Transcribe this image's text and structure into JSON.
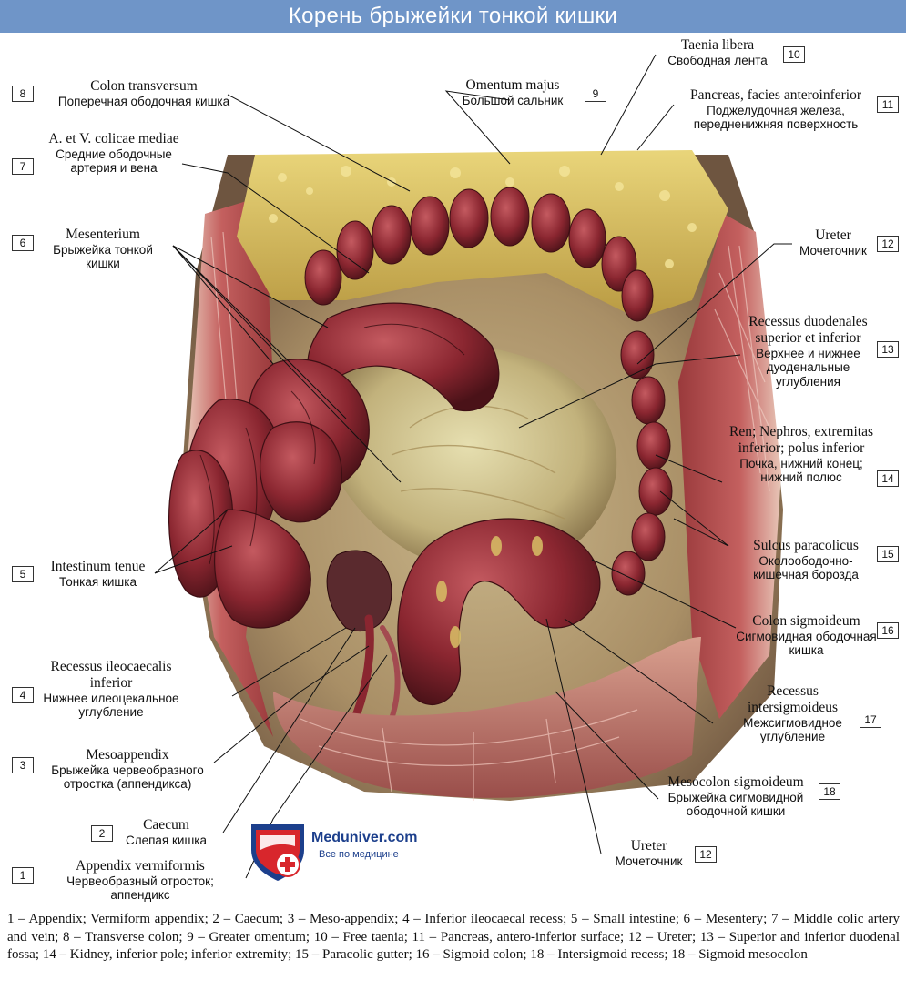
{
  "title": "Корень брыжейки тонкой кишки",
  "labels": {
    "l8": {
      "num": "8",
      "lat": "Colon transversum",
      "rus": "Поперечная ободочная кишка"
    },
    "l7": {
      "num": "7",
      "lat": "A. et V. colicae mediae",
      "rus": "Средние ободочные артерия и вена"
    },
    "l6": {
      "num": "6",
      "lat": "Mesenterium",
      "rus": "Брыжейка тонкой кишки"
    },
    "l5": {
      "num": "5",
      "lat": "Intestinum tenue",
      "rus": "Тонкая кишка"
    },
    "l4": {
      "num": "4",
      "lat": "Recessus ileocaecalis inferior",
      "rus": "Нижнее илеоцекальное углубление"
    },
    "l3": {
      "num": "3",
      "lat": "Mesoappendix",
      "rus": "Брыжейка червеобразного отростка (аппендикса)"
    },
    "l2": {
      "num": "2",
      "lat": "Caecum",
      "rus": "Слепая кишка"
    },
    "l1": {
      "num": "1",
      "lat": "Appendix vermiformis",
      "rus": "Червеобразный отросток; аппендикс"
    },
    "l9": {
      "num": "9",
      "lat": "Omentum majus",
      "rus": "Большой сальник"
    },
    "l10": {
      "num": "10",
      "lat": "Taenia libera",
      "rus": "Свободная лента"
    },
    "l11": {
      "num": "11",
      "lat": "Pancreas, facies anteroinferior",
      "rus": "Поджелудочная железа, передненижняя поверхность"
    },
    "l12a": {
      "num": "12",
      "lat": "Ureter",
      "rus": "Мочеточник"
    },
    "l13": {
      "num": "13",
      "lat": "Recessus duodenales superior et inferior",
      "rus": "Верхнее и нижнее дуоденальные углубления"
    },
    "l14": {
      "num": "14",
      "lat": "Ren; Nephros, extremitas inferior; polus inferior",
      "rus": "Почка, нижний конец; нижний полюс"
    },
    "l15": {
      "num": "15",
      "lat": "Sulcus paracolicus",
      "rus": "Околоободочно-кишечная борозда"
    },
    "l16": {
      "num": "16",
      "lat": "Colon sigmoideum",
      "rus": "Сигмовидная ободочная кишка"
    },
    "l17": {
      "num": "17",
      "lat": "Recessus intersigmoideus",
      "rus": "Межсигмовидное углубление"
    },
    "l18": {
      "num": "18",
      "lat": "Mesocolon sigmoideum",
      "rus": "Брыжейка сигмовидной ободочной кишки"
    },
    "l12b": {
      "num": "12",
      "lat": "Ureter",
      "rus": "Мочеточник"
    }
  },
  "logo": {
    "brand": "Meduniver.com",
    "tagline": "Все по медицине"
  },
  "caption": "1 – Appendix; Vermiform appendix; 2 – Caecum; 3 – Meso-appendix; 4 – Inferior ileocaecal recess; 5 – Small intestine; 6 – Mesentery; 7 – Middle colic artery and vein; 8 – Transverse colon; 9 – Greater omentum; 10 – Free taenia; 11 – Pancreas, antero-inferior surface; 12 – Ureter; 13 – Superior and inferior duodenal fossa; 14 – Kidney, inferior pole; inferior extremity; 15 – Paracolic gutter; 16 – Sigmoid colon; 18 – Intersigmoid recess; 18 – Sigmoid mesocolon",
  "colors": {
    "title_bar": "#6f95c8",
    "intestine": "#8f2a33",
    "omentum": "#d9c066",
    "muscle": "#c9666a",
    "logo": "#1c3f8c"
  }
}
